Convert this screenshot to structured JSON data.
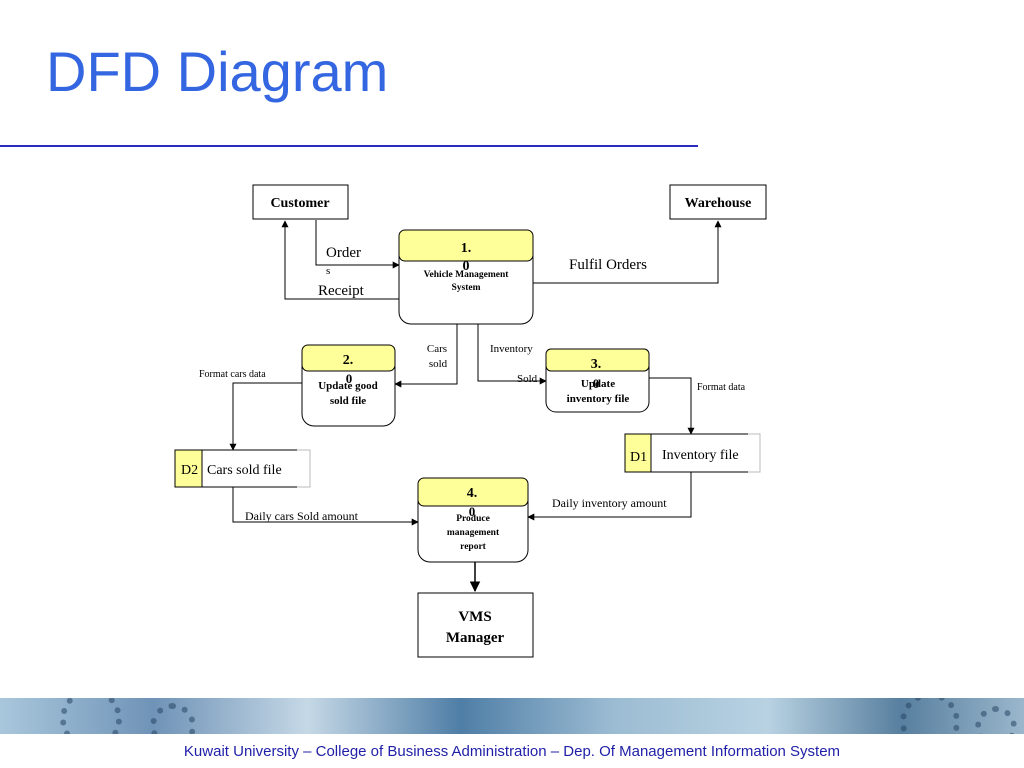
{
  "slide": {
    "title": "DFD Diagram",
    "footer": "Kuwait University – College of Business Administration – Dep. Of Management Information System"
  },
  "entities": {
    "customer": "Customer",
    "warehouse": "Warehouse",
    "manager_line1": "VMS",
    "manager_line2": "Manager"
  },
  "processes": {
    "p1": {
      "number_line1": "1.",
      "number_line2": "0",
      "name_line1": "Vehicle Management",
      "name_line2": "System"
    },
    "p2": {
      "number_line1": "2.",
      "number_line2": "0",
      "name_line1": "Update good",
      "name_line2": "sold file"
    },
    "p3": {
      "number_line1": "3.",
      "number_line2": "0",
      "name_line1": "Update",
      "name_line2": "inventory file"
    },
    "p4": {
      "number_line1": "4.",
      "number_line2": "0",
      "name_line1": "Produce",
      "name_line2": "management",
      "name_line3": "report"
    }
  },
  "stores": {
    "d2": {
      "id": "D2",
      "name": "Cars sold file"
    },
    "d1": {
      "id": "D1",
      "name": "Inventory file"
    }
  },
  "flows": {
    "orders_line1": "Order",
    "orders_line2": "s",
    "receipt": "Receipt",
    "fulfil_orders": "Fulfil Orders",
    "cars_sold_line1": "Cars",
    "cars_sold_line2": "sold",
    "inventory_sold_line1": "Inventory",
    "inventory_sold_line2": "Sold",
    "format_cars_data": "Format cars data",
    "format_data": "Format data",
    "daily_cars_sold_amount": "Daily cars Sold amount",
    "daily_inventory_amount": "Daily inventory amount"
  },
  "colors": {
    "title": "#3366e0",
    "process_header": "#ffff99",
    "footer_text": "#1f1fa8"
  }
}
